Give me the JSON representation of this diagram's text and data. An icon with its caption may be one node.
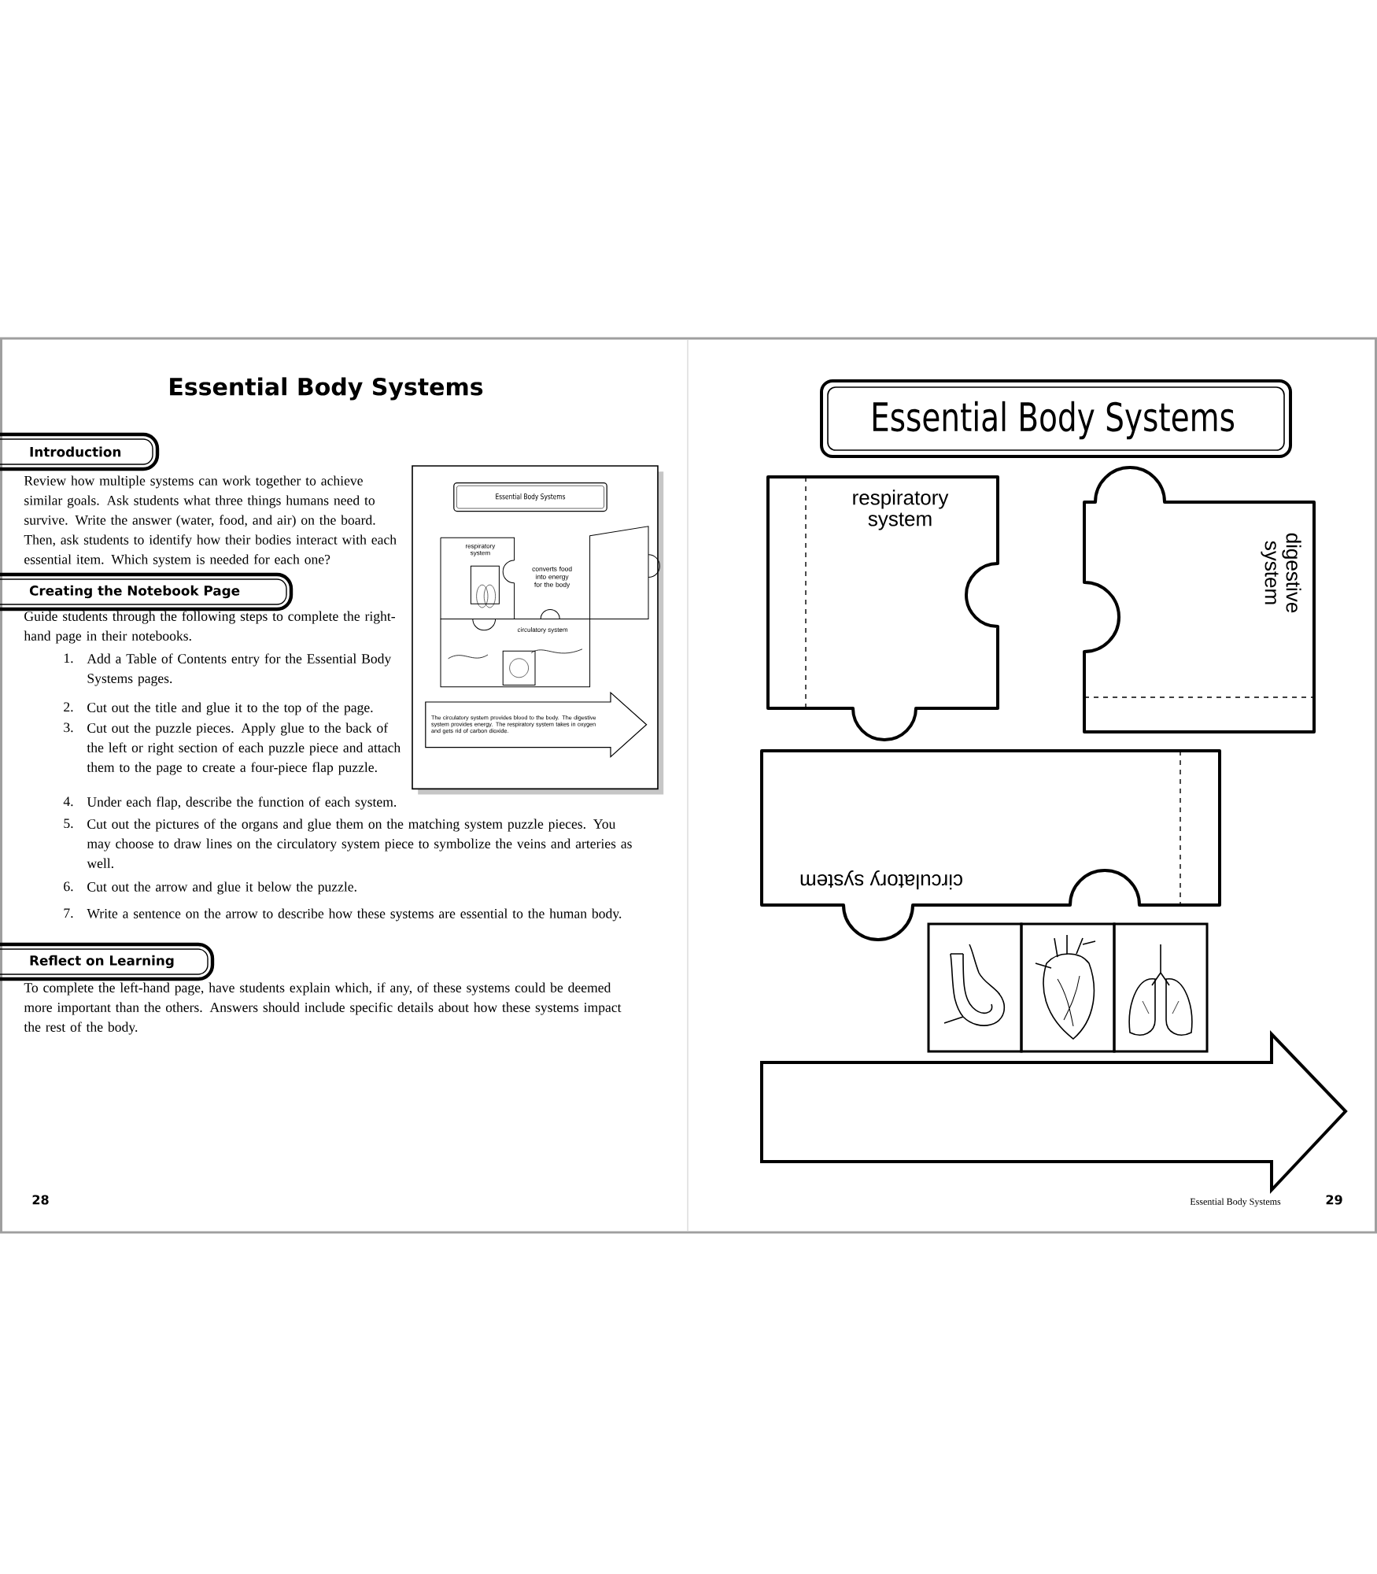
{
  "diagram": {
    "title": "Essential Body Systems",
    "nodes": [
      {
        "text": [
          "Introduction"
        ]
      },
      {
        "text": [
          "Creating the Notebook Page"
        ]
      },
      {
        "text": [
          "Reflect on Learning"
        ]
      },
      {
        "text": [],
        "shape": "box"
      },
      {
        "text": [
          "Essential Body Systems"
        ],
        "in": 3
      },
      {
        "text": [
          "respiratory system"
        ],
        "in": 3
      },
      {
        "text": [
          "converts food into energy for the body"
        ],
        "in": 3
      },
      {
        "text": [
          "circulatory system"
        ],
        "in": 3
      },
      {
        "text": [
          "The circulatory system provides blood to the body. The digestive system provides energy. The respiratory system takes in oxygen and gets rid of carbon dioxide."
        ],
        "in": 3
      },
      {
        "text": [
          "Essential Body Systems"
        ]
      },
      {
        "text": [
          "respiratory system"
        ]
      },
      {
        "text": [
          "digestive system"
        ]
      },
      {
        "text": [
          "circulatory system"
        ]
      },
      {
        "text": [],
        "shape": "picture"
      },
      {
        "text": [],
        "shape": "picture"
      },
      {
        "text": [],
        "shape": "picture"
      },
      {
        "text": [],
        "shape": "arrow"
      }
    ],
    "labels": [
      "Review how multiple systems can work together to achieve similar goals. Ask students what three things humans need to survive. Write the answer (water, food, and air) on the board. Then, ask students to identify how their bodies interact with each essential item. Which system is needed for each one?",
      "Guide students through the following steps to complete the right-hand page in their notebooks.",
      "1.",
      "Add a Table of Contents entry for the Essential Body Systems pages.",
      "2.",
      "Cut out the title and glue it to the top of the page.",
      "3.",
      "Cut out the puzzle pieces. Apply glue to the back of the left or right section of each puzzle piece and attach them to the page to create a four-piece flap puzzle.",
      "4.",
      "Under each flap, describe the function of each system.",
      "5.",
      "Cut out the pictures of the organs and glue them on the matching system puzzle pieces. You may choose to draw lines on the circulatory system piece to symbolize the veins and arteries as well.",
      "6.",
      "Cut out the arrow and glue it below the puzzle.",
      "7.",
      "Write a sentence on the arrow to describe how these systems are essential to the human body.",
      "To complete the left-hand page, have students explain which, if any, of these systems could be deemed more important than the others. Answers should include specific details about how these systems impact the rest of the body.",
      "28",
      "Essential Body Systems",
      "29"
    ]
  }
}
